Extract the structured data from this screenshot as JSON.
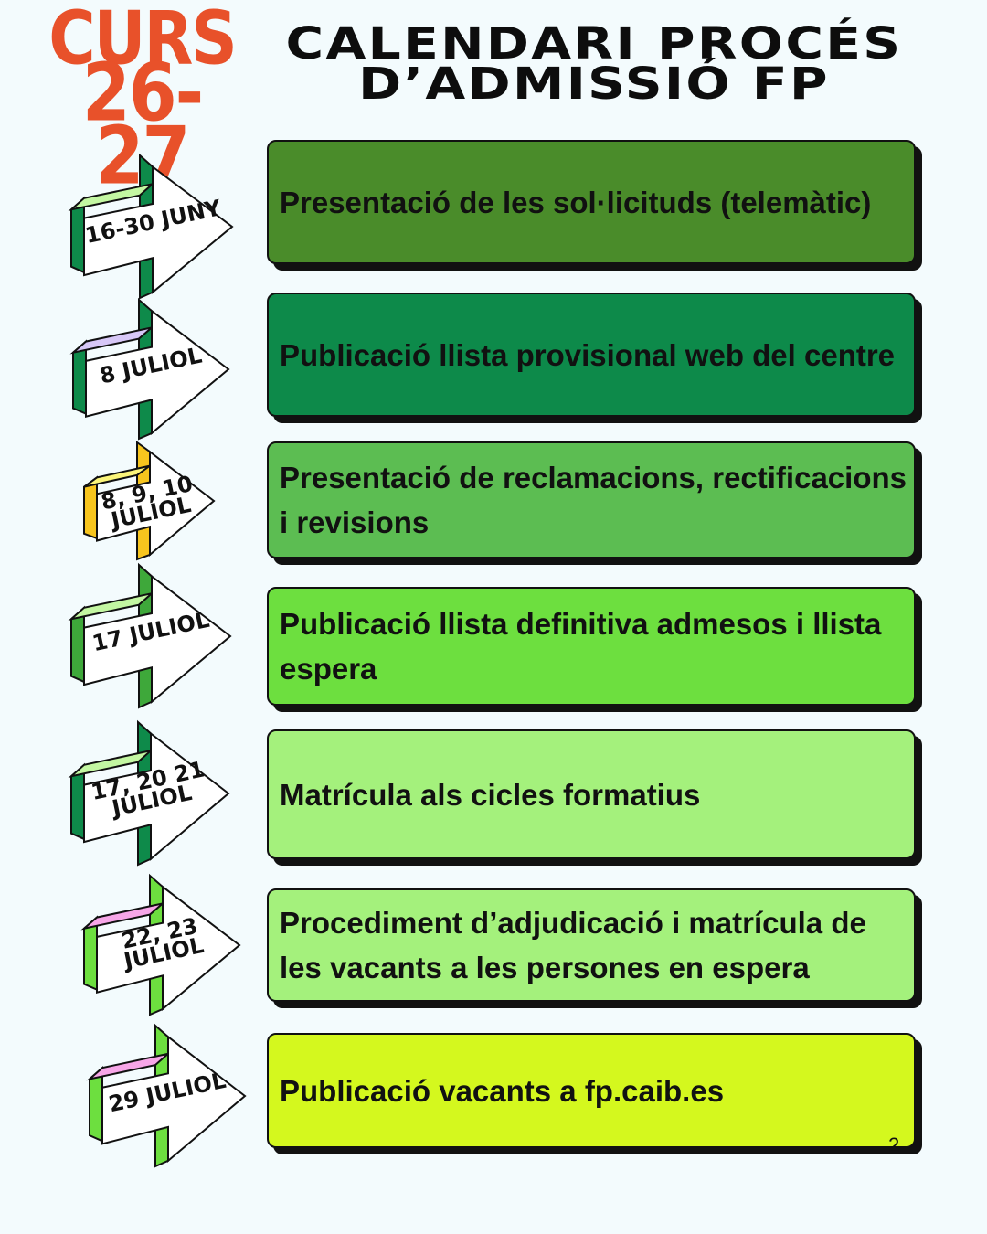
{
  "header": {
    "curs_line1": "CURS",
    "curs_line2": "26-27",
    "title_line1": "CALENDARI PROCÉS",
    "title_line2": "D’ADMISSIÓ FP"
  },
  "steps": [
    {
      "date_line1": "16-30 JUNY",
      "date_line2": "",
      "text": "Presentació de les sol·licituds (telemàtic)",
      "box_color": "#4a8c2a",
      "accent_color": "#c3f7a2",
      "side_color": "#0e8a4a"
    },
    {
      "date_line1": "8 JULIOL",
      "date_line2": "",
      "text": "Publicació llista provisional web del centre",
      "box_color": "#0d8a4a",
      "accent_color": "#d7c7f7",
      "side_color": "#0e8a4a"
    },
    {
      "date_line1": "8, 9, 10",
      "date_line2": "JULIOL",
      "text": "Presentació de reclamacions, rectificacions i revisions",
      "box_color": "#5cbd52",
      "accent_color": "#fbf57a",
      "side_color": "#f7c51e"
    },
    {
      "date_line1": "17 JULIOL",
      "date_line2": "",
      "text": "Publicació llista definitiva admesos i llista espera",
      "box_color": "#6ddf3f",
      "accent_color": "#c3f7a2",
      "side_color": "#3ea83a"
    },
    {
      "date_line1": "17, 20 21",
      "date_line2": "JULIOL",
      "text": "Matrícula als cicles formatius",
      "box_color": "#a4f17c",
      "accent_color": "#c3f7a2",
      "side_color": "#0e8a4a"
    },
    {
      "date_line1": "22, 23",
      "date_line2": "JULIOL",
      "text": "Procediment d’adjudicació i matrícula de les vacants a les persones en espera",
      "box_color": "#a4f17c",
      "accent_color": "#f7a6e8",
      "side_color": "#6ddf3f"
    },
    {
      "date_line1": "29 JULIOL",
      "date_line2": "",
      "text": "Publicació vacants a fp.caib.es",
      "box_color": "#d4f81e",
      "accent_color": "#f7a6e8",
      "side_color": "#6ddf3f"
    }
  ],
  "page_number": "2"
}
